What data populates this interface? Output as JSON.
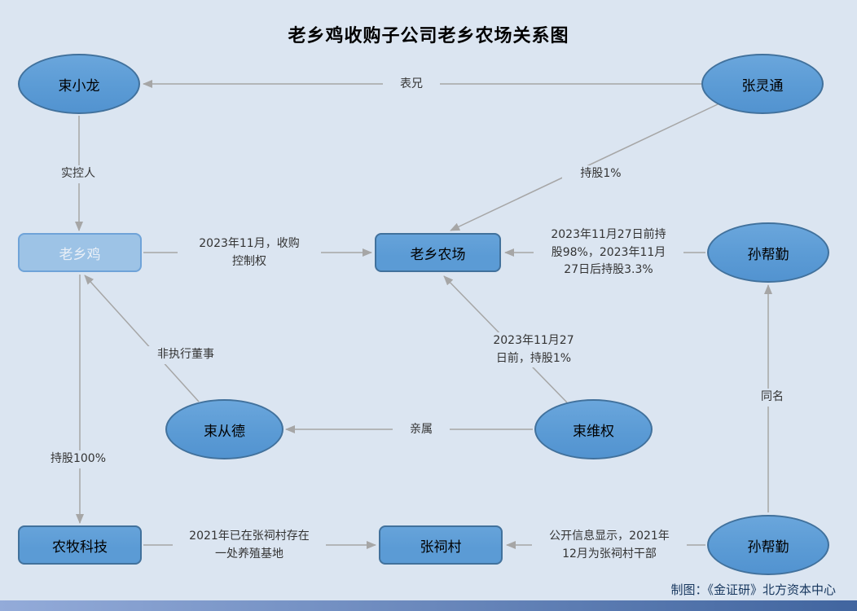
{
  "title": "老乡鸡收购子公司老乡农场关系图",
  "credit": "制图：《金证研》北方资本中心",
  "nodes": {
    "shu_xiaolong": {
      "label": "束小龙",
      "shape": "ellipse"
    },
    "zhang_lingtong": {
      "label": "张灵通",
      "shape": "ellipse"
    },
    "laoxiangji": {
      "label": "老乡鸡",
      "shape": "rect"
    },
    "laoxiang_farm": {
      "label": "老乡农场",
      "shape": "rect"
    },
    "sun_bangqin_top": {
      "label": "孙帮勤",
      "shape": "ellipse"
    },
    "shu_congde": {
      "label": "束从德",
      "shape": "ellipse"
    },
    "shu_weiquan": {
      "label": "束维权",
      "shape": "ellipse"
    },
    "nongmu_tech": {
      "label": "农牧科技",
      "shape": "rect"
    },
    "zhangci_village": {
      "label": "张祠村",
      "shape": "rect"
    },
    "sun_bangqin_bottom": {
      "label": "孙帮勤",
      "shape": "ellipse"
    }
  },
  "edges": {
    "cousin": {
      "label": "表兄",
      "from": "张灵通",
      "to": "束小龙"
    },
    "actual_controller": {
      "label": "实控人",
      "from": "束小龙",
      "to": "老乡鸡"
    },
    "holds_1pct": {
      "label": "持股1%",
      "from": "张灵通",
      "to": "老乡农场"
    },
    "acquisition": {
      "label": "2023年11月，收购\n控制权",
      "from": "老乡鸡",
      "to": "老乡农场"
    },
    "holds_98pct": {
      "label": "2023年11月27日前持\n股98%，2023年11月\n27日后持股3.3%",
      "from": "孙帮勤",
      "to": "老乡农场"
    },
    "before_1pct": {
      "label": "2023年11月27\n日前，持股1%",
      "from": "束维权",
      "to": "老乡农场"
    },
    "relatives": {
      "label": "亲属",
      "from": "束维权",
      "to": "束从德"
    },
    "non_exec_director": {
      "label": "非执行董事",
      "from": "束从德",
      "to": "老乡鸡"
    },
    "holds_100pct": {
      "label": "持股100%",
      "from": "老乡鸡",
      "to": "农牧科技"
    },
    "breeding_base": {
      "label": "2021年已在张祠村存在\n一处养殖基地",
      "from": "农牧科技",
      "to": "张祠村"
    },
    "village_cadre": {
      "label": "公开信息显示，2021年\n12月为张祠村干部",
      "from": "孙帮勤",
      "to": "张祠村"
    },
    "same_name": {
      "label": "同名",
      "from": "孙帮勤",
      "to": "孙帮勤"
    }
  },
  "colors": {
    "background": "#dbe5f1",
    "node_fill": "#5b9bd5",
    "node_border": "#41719c",
    "highlight_fill": "#9dc3e6",
    "arrow": "#a6a6a6",
    "footer_bar": "#41659f",
    "credit_text": "#17375e"
  }
}
